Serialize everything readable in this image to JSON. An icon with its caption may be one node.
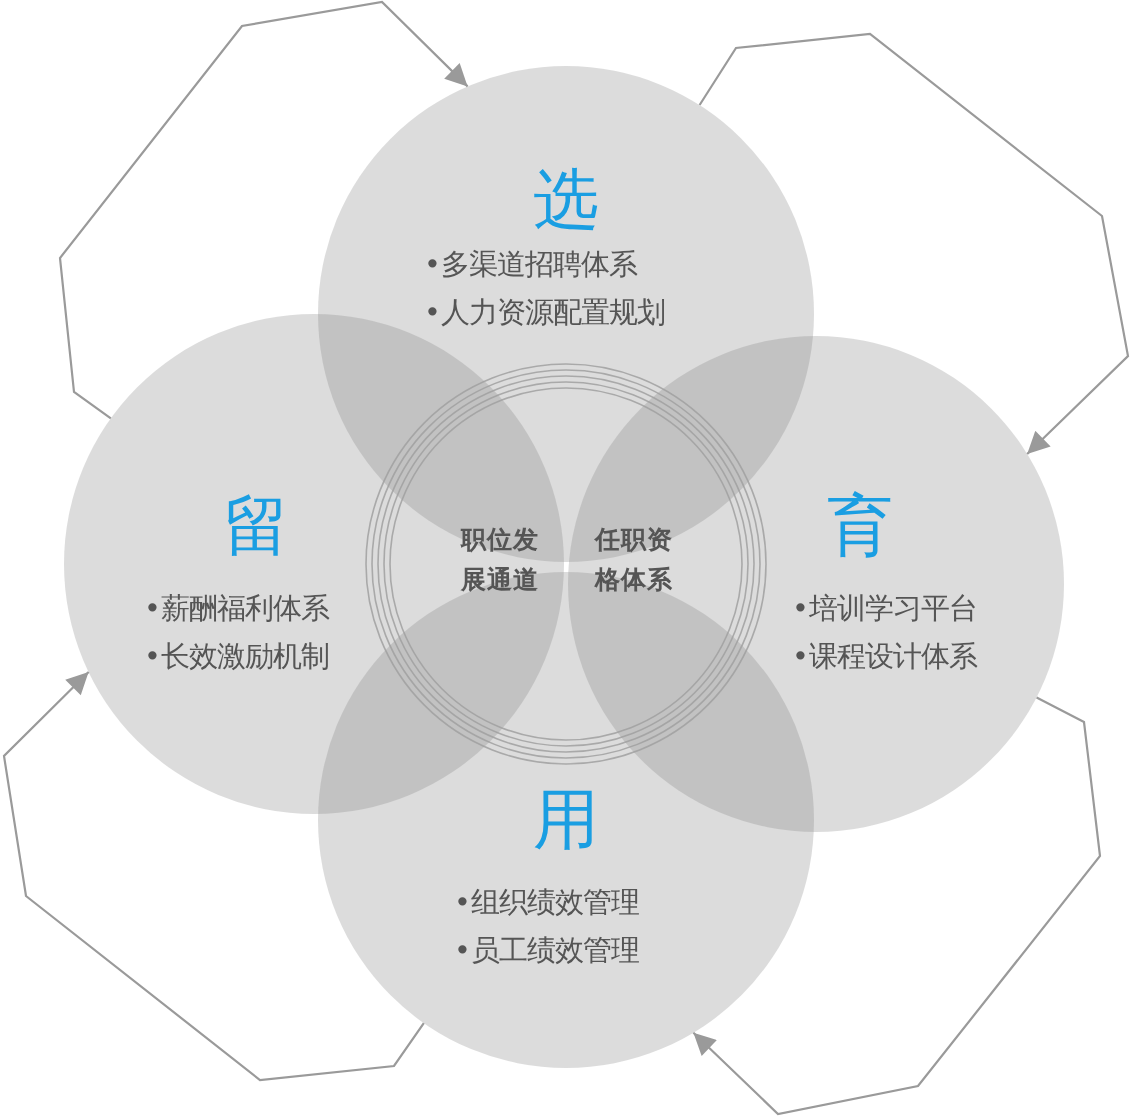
{
  "diagram": {
    "nodes": [
      {
        "text": [
          "选",
          "•多渠道招聘体系",
          "•人力资源配置规划"
        ]
      },
      {
        "text": [
          "留",
          "•薪酬福利体系",
          "•长效激励机制"
        ]
      },
      {
        "text": [
          "职位发展通道",
          "任职资格体系"
        ]
      },
      {
        "text": [
          "育",
          "•培训学习平台",
          "•课程设计体系"
        ]
      },
      {
        "text": [
          "用",
          "•组织绩效管理",
          "•员工绩效管理"
        ]
      }
    ],
    "edges": [
      {
        "from": 1,
        "to": 0,
        "arrow": "to"
      },
      {
        "from": 0,
        "to": 3,
        "arrow": "to"
      },
      {
        "from": 3,
        "to": 4,
        "arrow": "to"
      },
      {
        "from": 4,
        "to": 1,
        "arrow": "to"
      }
    ]
  }
}
